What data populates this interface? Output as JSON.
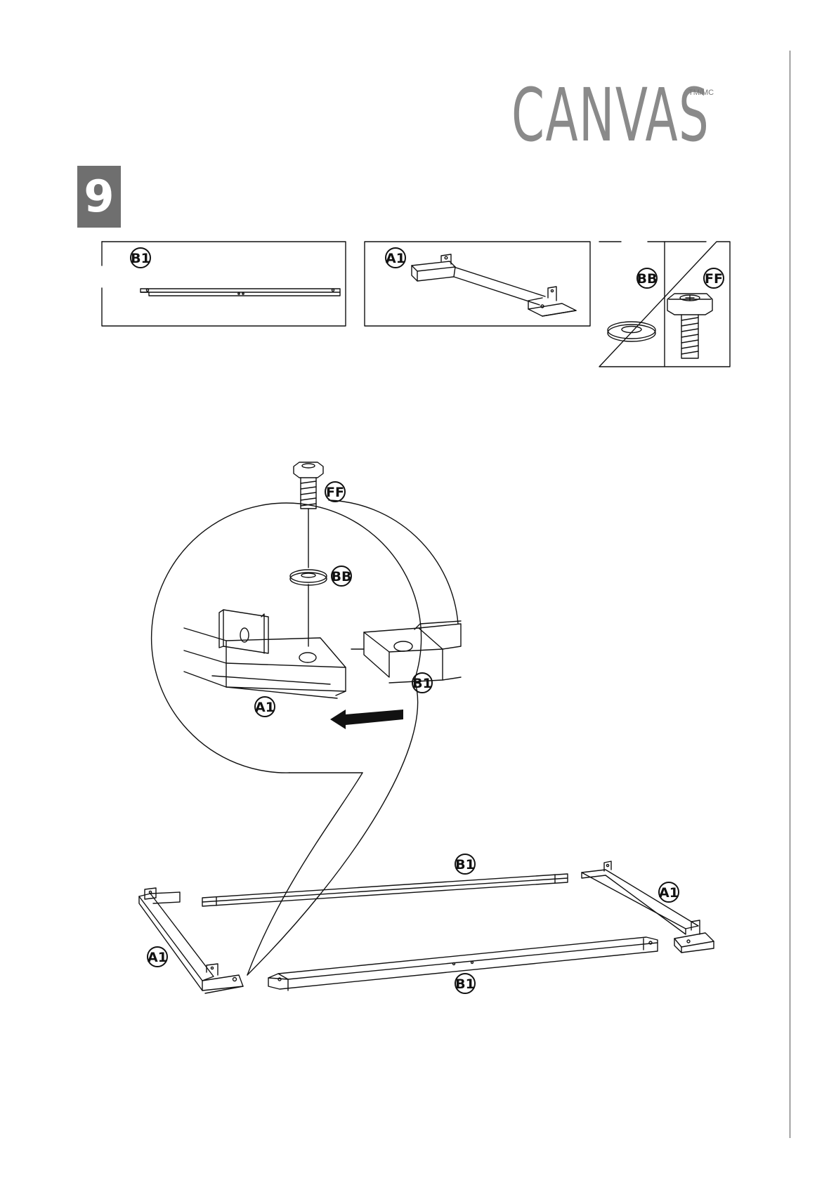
{
  "brand": {
    "name": "CANVAS",
    "trademark": "TM/MC"
  },
  "step": {
    "number": "9"
  },
  "parts": [
    {
      "id": "B1",
      "label": "B1"
    },
    {
      "id": "A1",
      "label": "A1"
    },
    {
      "id": "BB",
      "label": "BB"
    },
    {
      "id": "FF",
      "label": "FF"
    }
  ],
  "callouts": {
    "ff": "FF",
    "bb": "BB",
    "a1": "A1",
    "b1": "B1"
  },
  "assembly": {
    "b1_top": "B1",
    "b1_bottom": "B1",
    "a1_left": "A1",
    "a1_right": "A1"
  }
}
